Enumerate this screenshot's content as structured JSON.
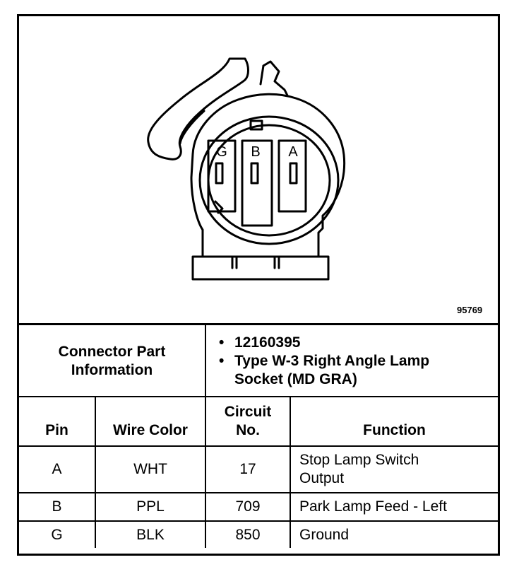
{
  "figure_id": "95769",
  "pin_labels": [
    "G",
    "B",
    "A"
  ],
  "connector_info": {
    "label_line1": "Connector Part",
    "label_line2": "Information",
    "part_number": "12160395",
    "desc_line1": "Type W-3 Right Angle Lamp",
    "desc_line2": "Socket (MD GRA)"
  },
  "headers": {
    "pin": "Pin",
    "wire_color": "Wire Color",
    "circuit_line1": "Circuit",
    "circuit_line2": "No.",
    "function": "Function"
  },
  "rows": [
    {
      "pin": "A",
      "wire": "WHT",
      "circuit": "17",
      "function_line1": "Stop Lamp Switch",
      "function_line2": "Output"
    },
    {
      "pin": "B",
      "wire": "PPL",
      "circuit": "709",
      "function_line1": "Park Lamp Feed - Left",
      "function_line2": ""
    },
    {
      "pin": "G",
      "wire": "BLK",
      "circuit": "850",
      "function_line1": "Ground",
      "function_line2": ""
    }
  ]
}
